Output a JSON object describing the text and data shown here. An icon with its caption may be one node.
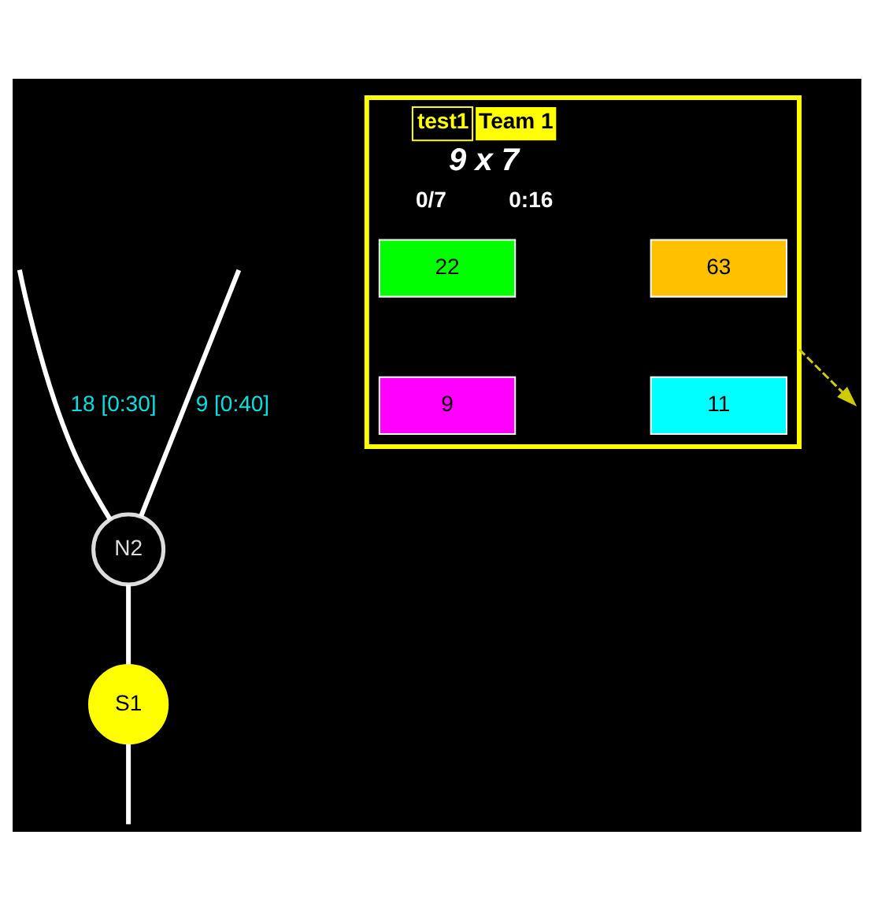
{
  "diagram": {
    "nodes": [
      {
        "text": [
          "N2"
        ]
      },
      {
        "text": [
          "S1"
        ]
      },
      {
        "text": [
          "test1",
          "Team 1",
          "9 x 7",
          "0/7",
          "0:16"
        ]
      },
      {
        "text": [
          "63"
        ],
        "in": 2
      },
      {
        "text": [
          "22"
        ],
        "in": 2
      },
      {
        "text": [
          "11"
        ],
        "in": 2
      },
      {
        "text": [
          "9"
        ],
        "in": 2
      }
    ],
    "edges": [
      {
        "from": 0,
        "to": null,
        "arrow": "none",
        "label": "18 [0:30]"
      },
      {
        "from": 0,
        "to": null,
        "arrow": "none",
        "label": "9 [0:40]"
      },
      {
        "from": 0,
        "to": 1,
        "arrow": "none"
      },
      {
        "from": 1,
        "to": null,
        "arrow": "none"
      },
      {
        "from": 2,
        "to": null,
        "arrow": "to",
        "style": "dashed",
        "color": "#cccc00"
      }
    ]
  }
}
